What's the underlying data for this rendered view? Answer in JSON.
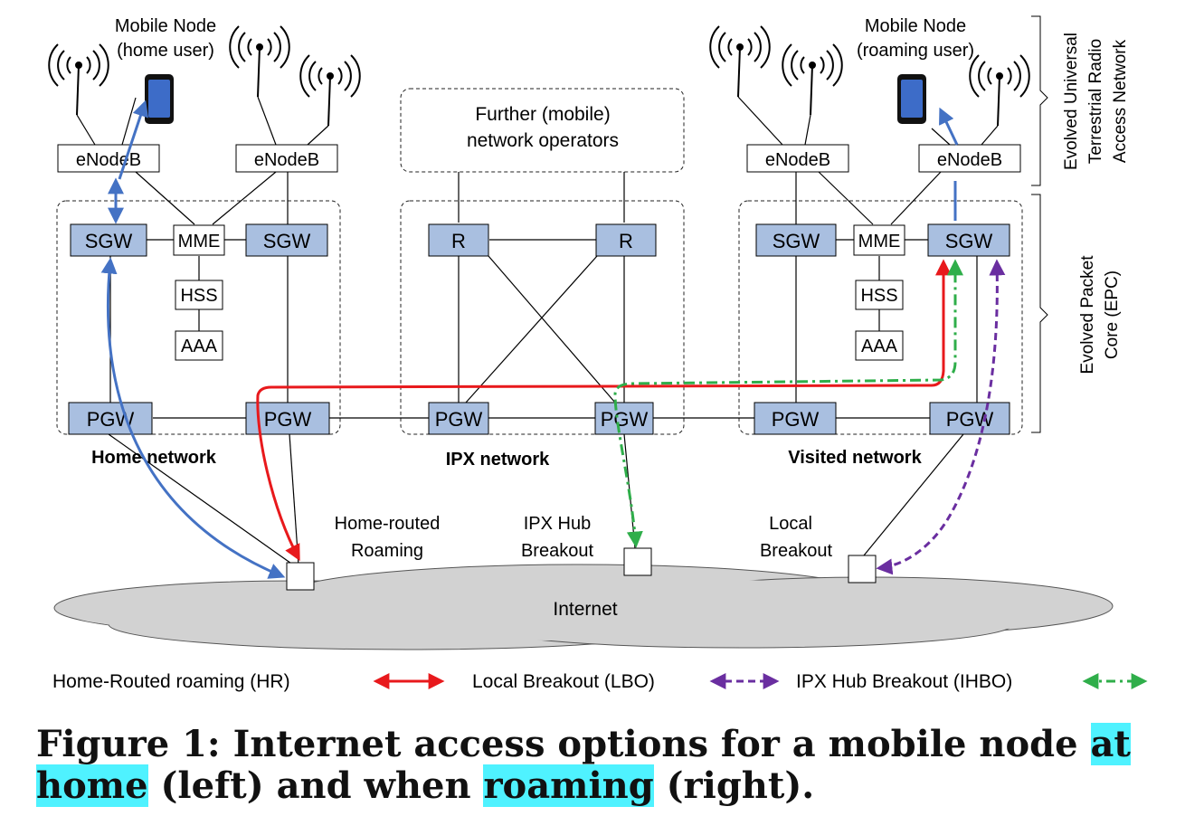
{
  "mobile_node_home": [
    "Mobile Node",
    "(home user)"
  ],
  "mobile_node_roaming": [
    "Mobile Node",
    "(roaming user)"
  ],
  "further_operators": [
    "Further (mobile)",
    "network operators"
  ],
  "enodeb": "eNodeB",
  "sgw": "SGW",
  "mme": "MME",
  "hss": "HSS",
  "aaa": "AAA",
  "pgw": "PGW",
  "router": "R",
  "home_network": "Home network",
  "ipx_network": "IPX network",
  "visited_network": "Visited network",
  "home_routed_label": [
    "Home-routed",
    "Roaming"
  ],
  "ipx_hub_label": [
    "IPX  Hub",
    "Breakout"
  ],
  "local_breakout_label": [
    "Local",
    "Breakout"
  ],
  "internet": "Internet",
  "side_eutran": [
    "Evolved Universal",
    "Terrestrial Radio",
    "Access Network"
  ],
  "side_epc": [
    "Evolved Packet",
    "Core (EPC)"
  ],
  "legend": [
    {
      "label": "Home-Routed roaming (HR)",
      "color": "#e8191c"
    },
    {
      "label": "Local Breakout (LBO)",
      "color": "#6a2ea0"
    },
    {
      "label": "IPX Hub Breakout (IHBO)",
      "color": "#2fae4a"
    }
  ],
  "caption": {
    "part1": "Figure 1: Internet access options for a mobile node ",
    "hl1": "at home",
    "part2": " (left) and when ",
    "hl2": "roaming",
    "part3": " (right)."
  },
  "colors": {
    "node_fill": "#a9bfe0",
    "phone": "#3d6cc8",
    "cloud": "#d2d2d2",
    "home_path": "#4472c4"
  }
}
